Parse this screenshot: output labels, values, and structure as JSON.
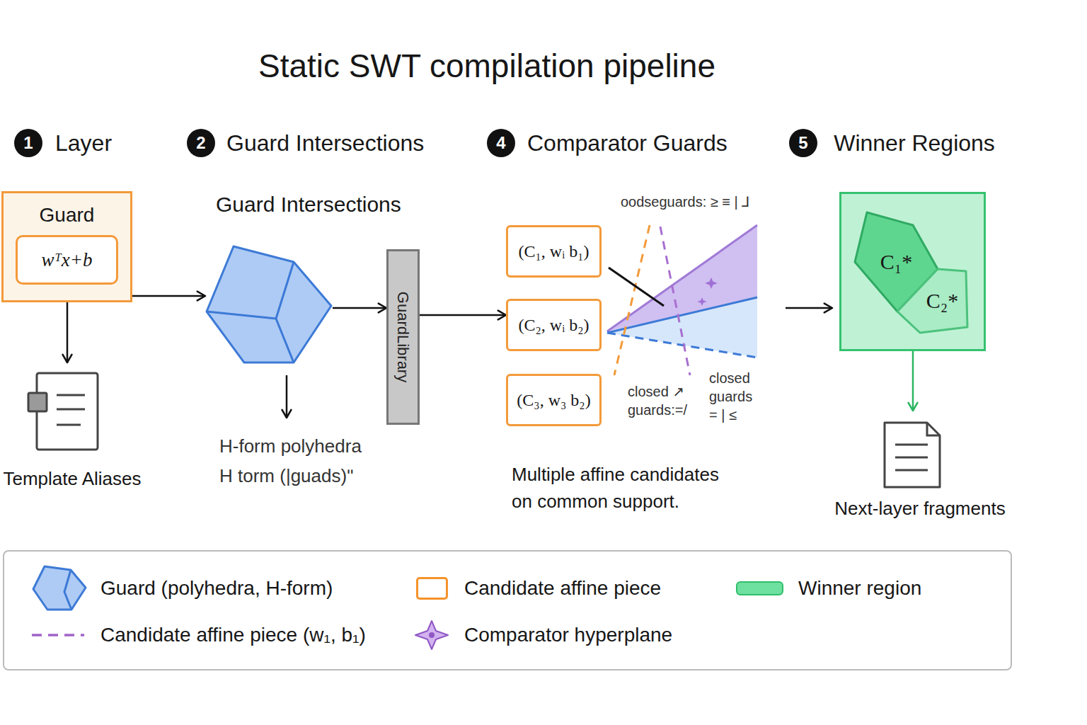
{
  "diagram": {
    "title": "Static SWT compilation pipeline",
    "nodes": [
      {
        "text": [
          "Guard"
        ]
      },
      {
        "text": [
          "wᵀx+b"
        ],
        "in": 0
      },
      {
        "text": [
          "Template Aliases"
        ]
      },
      {
        "text": [
          "Guard Intersections"
        ]
      },
      {
        "text": [
          "GuardLibrary"
        ]
      },
      {
        "text": [
          "(C₁, wᵢ b₁)"
        ]
      },
      {
        "text": [
          "(C₂, wᵢ b₂)"
        ]
      },
      {
        "text": [
          "(C₃, w₃ b₂)"
        ]
      },
      {
        "text": [
          "Winner Regions"
        ]
      },
      {
        "text": [
          "C₁*"
        ],
        "in": 8
      },
      {
        "text": [
          "C₂*"
        ],
        "in": 8
      },
      {
        "text": [
          "Next-layer fragments"
        ]
      }
    ],
    "edges": [
      {
        "from": 0,
        "to": 2,
        "arrow": "to"
      },
      {
        "from": 0,
        "to": 3,
        "arrow": "to"
      },
      {
        "from": 3,
        "to": 4,
        "arrow": "to"
      },
      {
        "from": 4,
        "to": 6,
        "arrow": "to"
      },
      {
        "from": 8,
        "to": 11,
        "arrow": "to"
      }
    ],
    "labels": [
      "1",
      "Layer",
      "2",
      "Guard Intersections",
      "4",
      "Comparator Guards",
      "5",
      "H-form polyhedra",
      "H torm (|guads)ʺ",
      "oodseguards: ≥ ≡ | ⅃",
      "closed ↗ guards:=/",
      "closed guards = | ≤",
      "Multiple affine candidates on common support."
    ],
    "legend": [
      {
        "text": "Guard (polyhedra, H-form)"
      },
      {
        "text": "Candidate affine piece",
        "color": "#f5922b"
      },
      {
        "text": "Winner region",
        "color": "#6ee0a0"
      },
      {
        "text": "Candidate affine piece (w₁, b₁)"
      },
      {
        "text": "Comparator hyperplane"
      }
    ]
  }
}
